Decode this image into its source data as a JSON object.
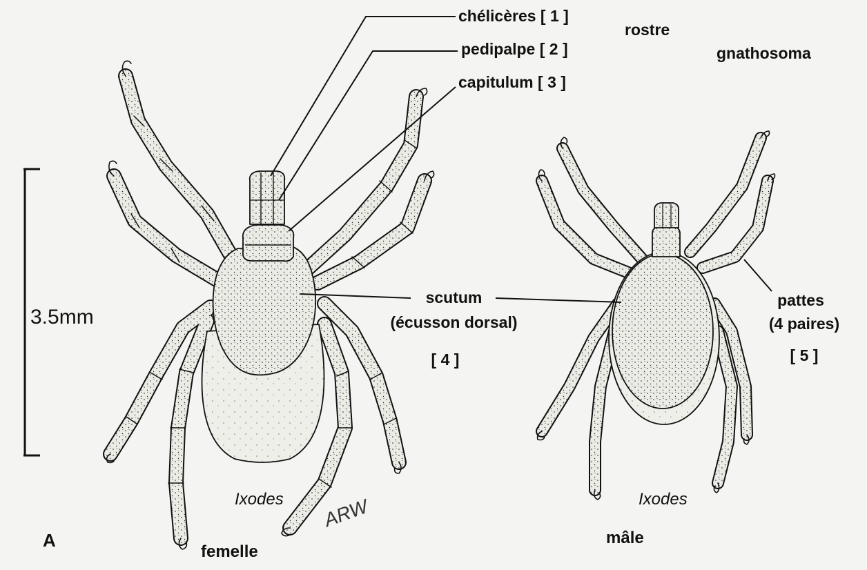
{
  "labels": {
    "chelicera": "chélicères",
    "chelicera_num": "[ 1 ]",
    "pedipalp": "pedipalpe",
    "pedipalp_num": "[ 2 ]",
    "capitulum": "capitulum",
    "capitulum_num": "[ 3 ]",
    "rostre": "rostre",
    "gnathosoma": "gnathosoma",
    "scutum": "scutum",
    "scutum_desc": "(écusson dorsal)",
    "scutum_num": "[ 4 ]",
    "legs": "pattes",
    "legs_desc": "(4 paires)",
    "legs_num": "[ 5 ]",
    "scale": "3.5mm",
    "female_genus": "Ixodes",
    "male_genus": "Ixodes",
    "female": "femelle",
    "male": "mâle",
    "signature": "ARW",
    "panel": "A"
  },
  "colors": {
    "ink": "#111111",
    "body": "#ebebe6",
    "background": "#f4f4f2"
  }
}
